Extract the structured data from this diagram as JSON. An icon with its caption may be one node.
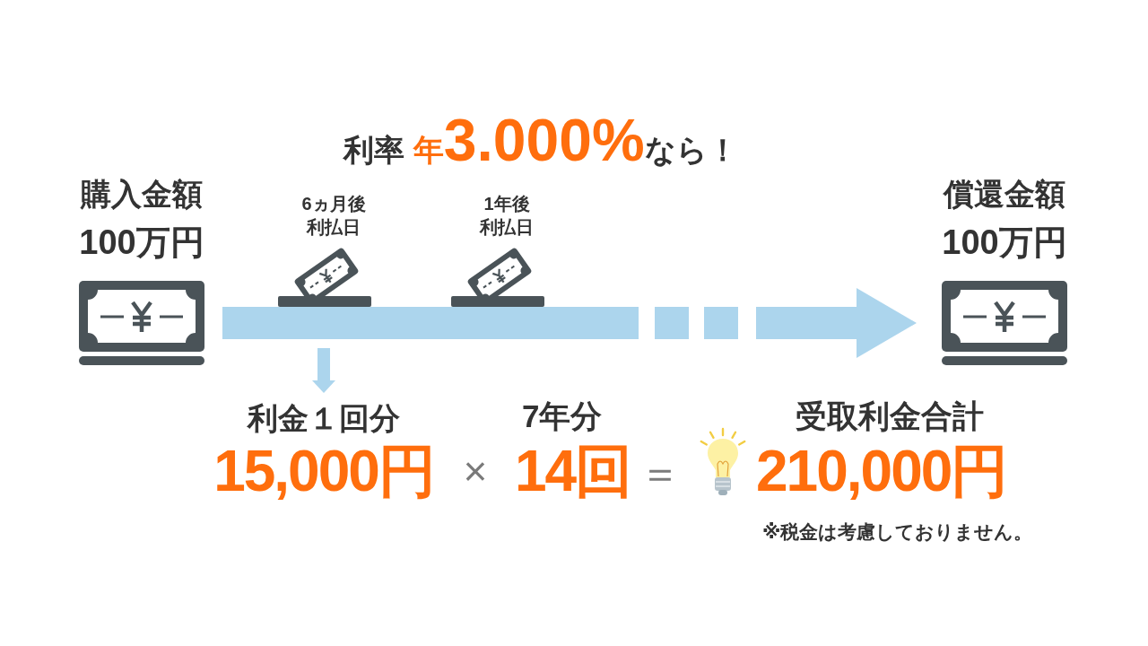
{
  "diagram": {
    "title": "利率 **年3.000%**なら！",
    "nodes": [
      {
        "text": [
          "購入金額",
          "100万円"
        ]
      },
      {
        "text": [
          "償還金額",
          "100万円"
        ]
      },
      {
        "text": [
          "6ヵ月後",
          "利払日"
        ]
      },
      {
        "text": [
          "1年後",
          "利払日"
        ]
      },
      {
        "text": [
          "利金１回分",
          "15,000円"
        ]
      }
    ],
    "edges": [
      {
        "from": 0,
        "to": 1,
        "arrow": "to",
        "style": "dashed"
      },
      {
        "from": null,
        "to": 4,
        "arrow": "to"
      }
    ],
    "labels": [
      "7年分",
      "受取利金合計",
      "×",
      "14回",
      "＝",
      "210,000円",
      "※税金は考慮しておりません。"
    ]
  }
}
